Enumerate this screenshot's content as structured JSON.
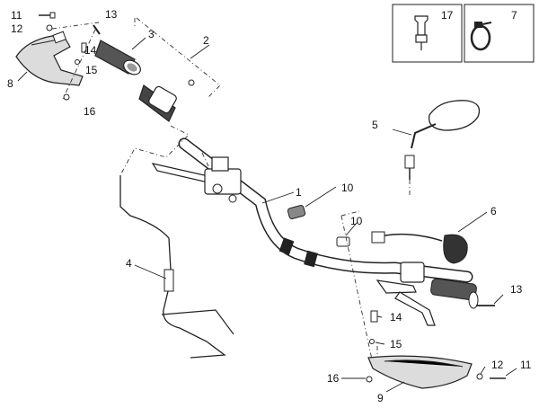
{
  "callouts": {
    "c1": "1",
    "c2": "2",
    "c3": "3",
    "c4": "4",
    "c5": "5",
    "c6": "6",
    "c7": "7",
    "c8": "8",
    "c9": "9",
    "c10a": "10",
    "c10b": "10",
    "c11a": "11",
    "c11b": "11",
    "c12a": "12",
    "c12b": "12",
    "c13a": "13",
    "c13b": "13",
    "c14a": "14",
    "c14b": "14",
    "c15a": "15",
    "c15b": "15",
    "c16a": "16",
    "c16b": "16",
    "c17": "17"
  },
  "colors": {
    "line": "#222222",
    "part_fill": "#ffffff",
    "grip": "#555555",
    "guard": "#dcdcdc"
  }
}
